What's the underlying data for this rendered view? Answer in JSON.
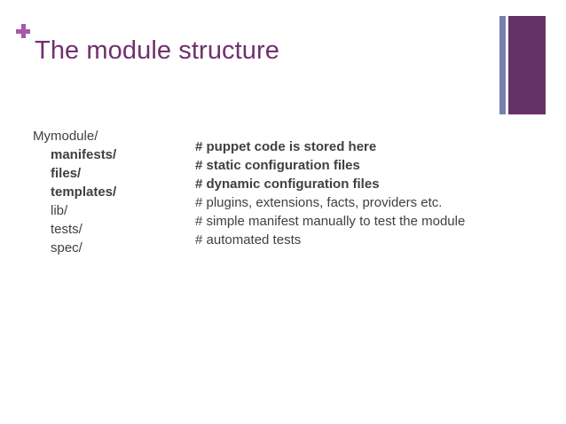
{
  "slide": {
    "title": "The module structure",
    "bullet_marker": "+",
    "accent_title_color": "#70306e",
    "accent_marker_color": "#a857ab",
    "deco_bar_thin_color": "#7b7fad",
    "deco_bar_thick_color": "#653268",
    "body_text_color": "#404040",
    "background_color": "#ffffff"
  },
  "tree": {
    "nodes": [
      {
        "label": "Mymodule/",
        "bold": false,
        "indent": false
      },
      {
        "label": "manifests/",
        "bold": true,
        "indent": true
      },
      {
        "label": "files/",
        "bold": true,
        "indent": true
      },
      {
        "label": "templates/",
        "bold": true,
        "indent": true
      },
      {
        "label": "lib/",
        "bold": false,
        "indent": true
      },
      {
        "label": "tests/",
        "bold": false,
        "indent": true
      },
      {
        "label": "spec/",
        "bold": false,
        "indent": true
      }
    ]
  },
  "comments": {
    "lines": [
      {
        "text": "# puppet code is stored here",
        "bold": true
      },
      {
        "text": "# static configuration files",
        "bold": true
      },
      {
        "text": "# dynamic configuration files",
        "bold": true
      },
      {
        "text": "# plugins, extensions, facts, providers etc.",
        "bold": false
      },
      {
        "text": "# simple manifest manually to test the module",
        "bold": false
      },
      {
        "text": "# automated tests",
        "bold": false
      }
    ]
  }
}
